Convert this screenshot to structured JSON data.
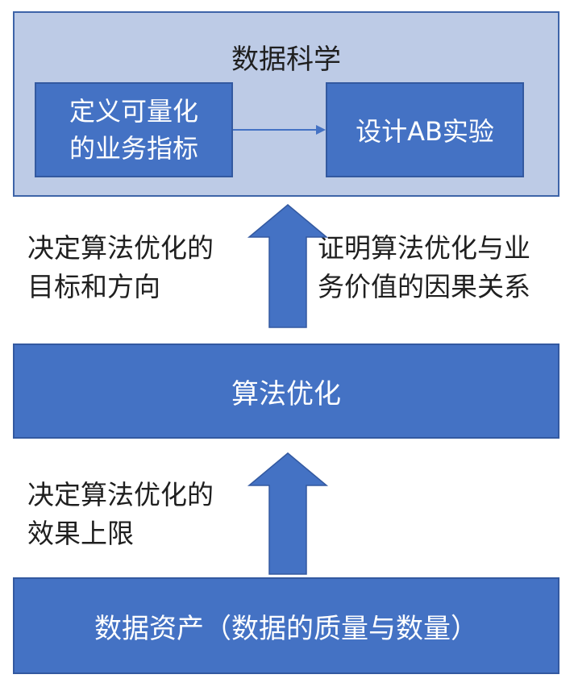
{
  "diagram": {
    "top_section": {
      "title": "数据科学",
      "left_box": "定义可量化\n的业务指标",
      "right_box": "设计AB实验"
    },
    "middle_box": "算法优化",
    "bottom_box": "数据资产（数据的质量与数量）",
    "labels": {
      "upper_left": "决定算法优化的\n目标和方向",
      "upper_right": "证明算法优化与业\n务价值的因果关系",
      "lower_left": "决定算法优化的\n效果上限"
    },
    "colors": {
      "box_fill": "#4472c4",
      "box_border": "#3359a0",
      "outer_fill": "#bdcbe6",
      "outer_border": "#3e64a8",
      "arrow_fill": "#4472c4"
    }
  }
}
